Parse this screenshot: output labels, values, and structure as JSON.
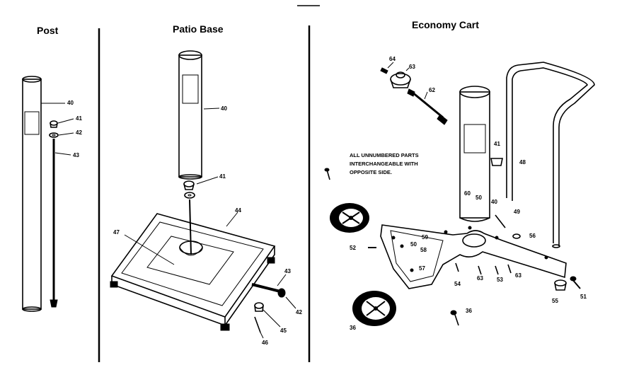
{
  "panels": {
    "post": {
      "title": "Post"
    },
    "patio_base": {
      "title": "Patio Base"
    },
    "economy_cart": {
      "title": "Economy Cart"
    }
  },
  "note_lines": [
    "ALL UNNUMBERED PARTS",
    "INTERCHANGEABLE WITH",
    "OPPOSITE SIDE."
  ],
  "callouts": {
    "post": [
      "40",
      "41",
      "42",
      "43"
    ],
    "patio_base": [
      "40",
      "41",
      "44",
      "47",
      "43",
      "42",
      "45",
      "46"
    ],
    "economy_cart": [
      "64",
      "63",
      "62",
      "41",
      "48",
      "49",
      "50",
      "60",
      "40",
      "56",
      "52",
      "50",
      "59",
      "58",
      "57",
      "54",
      "63",
      "53",
      "63",
      "55",
      "51",
      "36",
      "36"
    ]
  },
  "colors": {
    "ink": "#000000",
    "paper": "#ffffff"
  }
}
